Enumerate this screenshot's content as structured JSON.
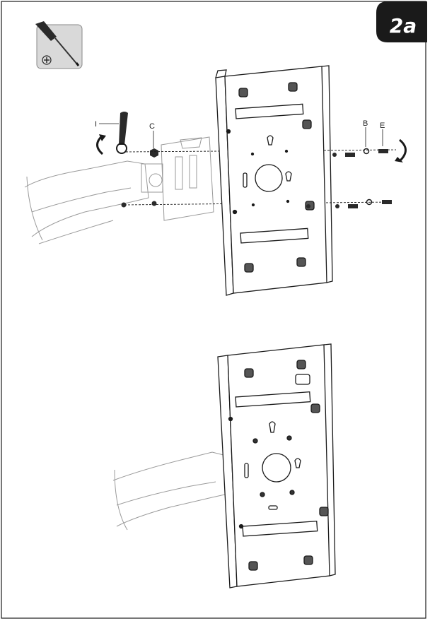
{
  "step_badge": {
    "label": "2a",
    "bg_color": "#1a1a1a",
    "text_color": "#ffffff"
  },
  "tool_box": {
    "icon": "screwdriver-icon",
    "head": "phillips-icon"
  },
  "part_labels": {
    "wrench": "I",
    "nut": "C",
    "washer": "B",
    "bolt": "E"
  },
  "colors": {
    "line": "#1a1a1a",
    "gray": "#9a9a9a",
    "box_fill": "#d9d9d9"
  }
}
